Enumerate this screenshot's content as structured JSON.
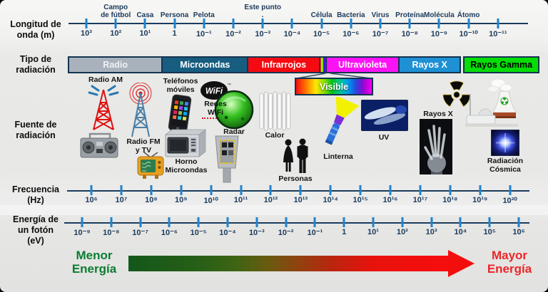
{
  "left_labels": {
    "wavelength": "Longitud de\nonda (m)",
    "radiation_type": "Tipo de\nradiación",
    "source": "Fuente de\nradiación",
    "frequency": "Frecuencia\n(Hz)",
    "energy": "Energía de\nun fotón\n(eV)"
  },
  "wavelength_scale": {
    "unit_ticks": [
      "10³",
      "10²",
      "10¹",
      "1",
      "10⁻¹",
      "10⁻²",
      "10⁻³",
      "10⁻⁴",
      "10⁻⁵",
      "10⁻⁶",
      "10⁻⁷",
      "10⁻⁸",
      "10⁻⁹",
      "10⁻¹⁰",
      "10⁻¹¹"
    ],
    "objects": [
      "",
      "Campo\nde fútbol",
      "Casa",
      "Persona",
      "Pelota",
      "",
      "Este punto\n.",
      "",
      "Célula",
      "Bacteria",
      "Virus",
      "Proteína",
      "Molécula",
      "Átomo",
      ""
    ]
  },
  "radiation_types": {
    "segments": [
      {
        "label": "Radio",
        "color": "#a9b2bc",
        "text_color": "#eef2f5",
        "width_pct": 19.9
      },
      {
        "label": "Microondas",
        "color": "#175d80",
        "text_color": "#ffffff",
        "width_pct": 18.2
      },
      {
        "label": "Infrarrojos",
        "color": "#f50a12",
        "text_color": "#ffffff",
        "width_pct": 15.4
      },
      {
        "label": "",
        "color": "rainbow",
        "text_color": "",
        "width_pct": 1.6
      },
      {
        "label": "Ultravioleta",
        "color": "#fb12f5",
        "text_color": "#ffffff",
        "width_pct": 15.5
      },
      {
        "label": "Rayos X",
        "color": "#1e90d4",
        "text_color": "#ffffff",
        "width_pct": 13.2
      },
      {
        "label": "Rayos Gamma",
        "color": "#06dd06",
        "text_color": "#000000",
        "width_pct": 15.9
      }
    ],
    "visible_label": "Visible"
  },
  "sources": {
    "radio_am": "Radio AM",
    "radio_fm_tv": "Radio FM\ny TV",
    "telefonos": "Teléfonos\nmóviles",
    "redes_wifi": "Redes\nWiFi",
    "horno": "Horno\nMicroondas",
    "radar": "Radar",
    "calor": "Calor",
    "personas": "Personas",
    "linterna": "Linterna",
    "uv": "UV",
    "rayos_x": "Rayos X",
    "cosmica": "Radiación\nCósmica"
  },
  "frequency_scale": {
    "unit_ticks": [
      "10⁶",
      "10⁷",
      "10⁸",
      "10⁹",
      "10¹⁰",
      "10¹¹",
      "10¹²",
      "10¹³",
      "10¹⁴",
      "10¹⁵",
      "10¹⁶",
      "10¹⁷",
      "10¹⁸",
      "10¹⁹",
      "10²⁰"
    ]
  },
  "energy_scale": {
    "unit_ticks": [
      "10⁻⁹",
      "10⁻⁸",
      "10⁻⁷",
      "10⁻⁶",
      "10⁻⁵",
      "10⁻⁴",
      "10⁻³",
      "10⁻²",
      "10⁻¹",
      "1",
      "10¹",
      "10²",
      "10³",
      "10⁴",
      "10⁵",
      "10⁶"
    ]
  },
  "energy_arrow": {
    "low_label": "Menor\nEnergía",
    "high_label": "Mayor\nEnergía",
    "low_color": "#0c7c33",
    "high_color": "#e8272a"
  }
}
